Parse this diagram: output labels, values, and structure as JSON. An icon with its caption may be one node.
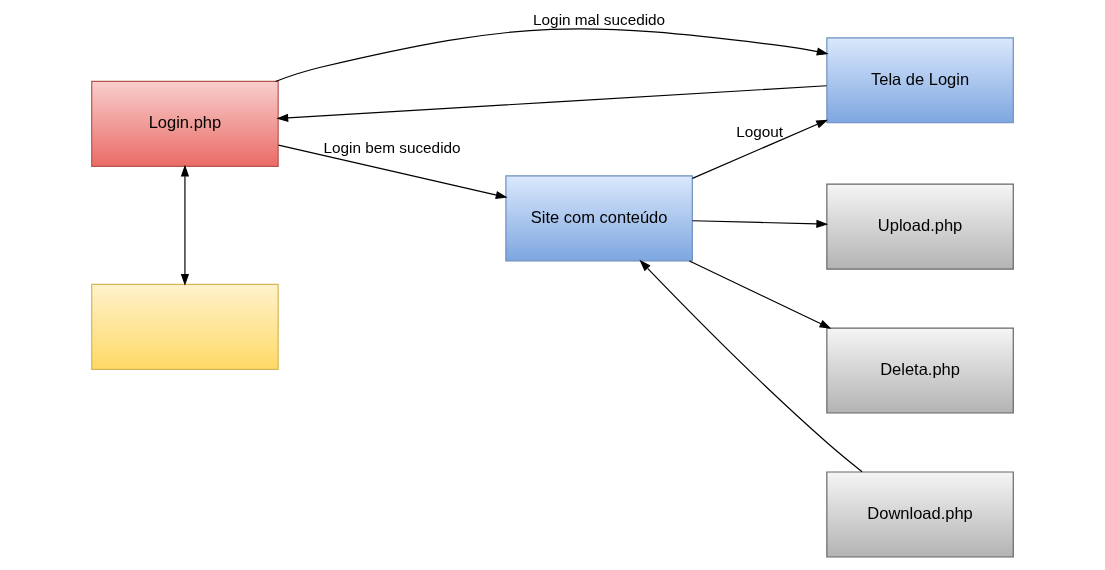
{
  "diagram": {
    "nodes": [
      {
        "text": [],
        "shape": "box"
      },
      {
        "text": [
          "Tela de Login"
        ]
      },
      {
        "text": [
          "Login.php"
        ]
      },
      {
        "text": [
          "Site com conteúdo"
        ]
      },
      {
        "text": [
          "Upload.php"
        ]
      },
      {
        "text": [
          "Download.php"
        ]
      },
      {
        "text": [
          "Deleta.php"
        ]
      }
    ],
    "edges": [
      {
        "from": 2,
        "to": 0,
        "arrow": "both"
      },
      {
        "from": 1,
        "to": 2,
        "arrow": "to"
      },
      {
        "from": 2,
        "to": 1,
        "arrow": "to",
        "label": "Login mal sucedido"
      },
      {
        "from": 2,
        "to": 3,
        "arrow": "to",
        "label": "Login bem sucedido"
      },
      {
        "from": 3,
        "to": 1,
        "arrow": "to",
        "label": "Logout"
      },
      {
        "from": 3,
        "to": 4,
        "arrow": "to"
      },
      {
        "from": 5,
        "to": 3,
        "arrow": "to"
      },
      {
        "from": 3,
        "to": 6,
        "arrow": "to"
      }
    ]
  }
}
